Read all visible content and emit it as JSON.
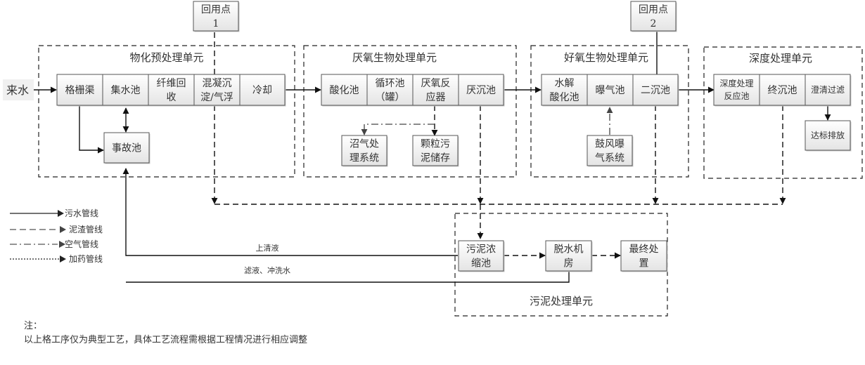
{
  "inflow_label": "来水",
  "units": {
    "pretreatment": "物化预处理单元",
    "anaerobic": "厌氧生物处理单元",
    "aerobic": "好氧生物处理单元",
    "advanced": "深度处理单元",
    "sludge": "污泥处理单元"
  },
  "boxes": {
    "grille": [
      "格栅渠"
    ],
    "collection": [
      "集水池"
    ],
    "fiber": [
      "纤维回",
      "收"
    ],
    "coagulation": [
      "混凝沉",
      "淀/气浮"
    ],
    "cooling": [
      "冷却"
    ],
    "accident": [
      "事故池"
    ],
    "reuse1": [
      "回用点",
      "1"
    ],
    "acidification": [
      "酸化池"
    ],
    "circulation": [
      "循环池",
      "（罐）"
    ],
    "anaerobic_reactor": [
      "厌氧反",
      "应器"
    ],
    "anaerobic_settling": [
      "厌沉池"
    ],
    "biogas": [
      "沼气处",
      "理系统"
    ],
    "granular_sludge": [
      "颗粒污",
      "泥储存"
    ],
    "hydrolysis": [
      "水解",
      "酸化池"
    ],
    "aeration": [
      "曝气池"
    ],
    "secondary_settling": [
      "二沉池"
    ],
    "blower": [
      "鼓风曝",
      "气系统"
    ],
    "reuse2": [
      "回用点",
      "2"
    ],
    "advanced_reactor": [
      "深度处理",
      "反应池"
    ],
    "final_settling": [
      "终沉池"
    ],
    "clarify_filter": [
      "澄清过滤"
    ],
    "discharge": [
      "达标排放"
    ],
    "thickener": [
      "污泥浓",
      "缩池"
    ],
    "dewatering": [
      "脱水机",
      "房"
    ],
    "final_disposal": [
      "最终处",
      "置"
    ]
  },
  "flow_labels": {
    "supernatant": "上清液",
    "filtrate": "滤液、冲洗水"
  },
  "legend": [
    {
      "style": "solid",
      "label": "污水管线"
    },
    {
      "style": "dashed",
      "label": "泥渣管线"
    },
    {
      "style": "dashdot",
      "label": "空气管线"
    },
    {
      "style": "dotted",
      "label": "加药管线"
    }
  ],
  "note": {
    "title": "注：",
    "text": "以上格工序仅为典型工艺，具体工艺流程需根据工程情况进行相应调整"
  }
}
